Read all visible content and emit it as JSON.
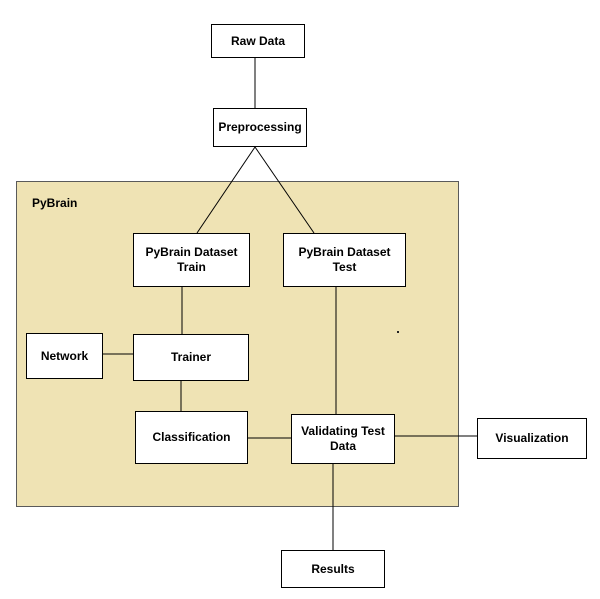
{
  "container": {
    "label": "PyBrain"
  },
  "nodes": {
    "raw_data": "Raw Data",
    "preprocessing": "Preprocessing",
    "dataset_train": "PyBrain Dataset\nTrain",
    "dataset_test": "PyBrain Dataset\nTest",
    "network": "Network",
    "trainer": "Trainer",
    "classification": "Classification",
    "validating": "Validating Test\nData",
    "visualization": "Visualization",
    "results": "Results"
  },
  "edges": [
    [
      "raw_data",
      "preprocessing"
    ],
    [
      "preprocessing",
      "dataset_train"
    ],
    [
      "preprocessing",
      "dataset_test"
    ],
    [
      "dataset_train",
      "trainer"
    ],
    [
      "network",
      "trainer"
    ],
    [
      "trainer",
      "classification"
    ],
    [
      "classification",
      "validating"
    ],
    [
      "dataset_test",
      "validating"
    ],
    [
      "validating",
      "visualization"
    ],
    [
      "validating",
      "results"
    ]
  ]
}
